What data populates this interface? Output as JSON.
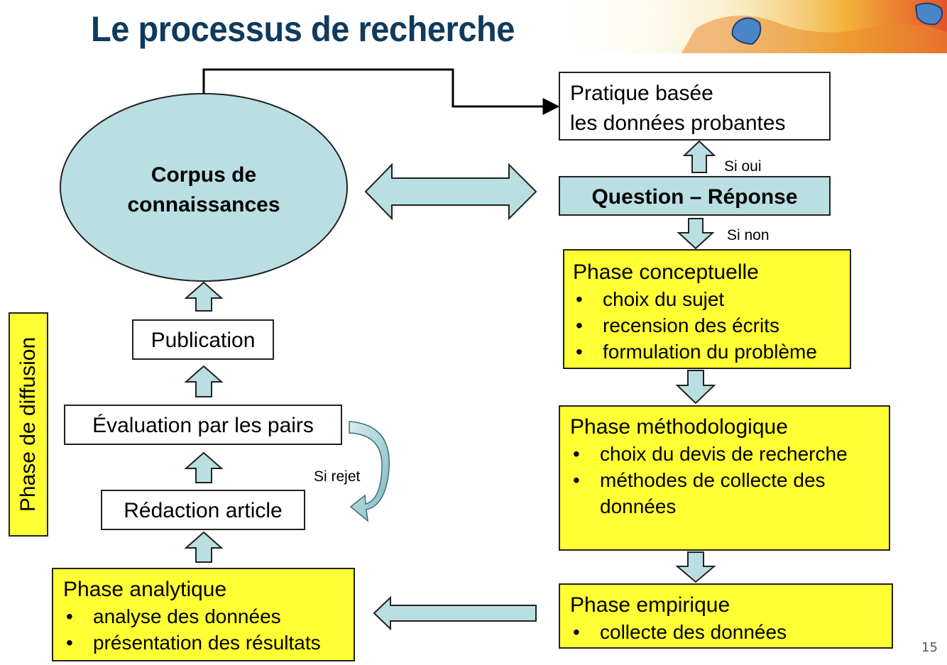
{
  "title": "Le processus de recherche",
  "nodes": {
    "corpus": "Corpus de connaissances",
    "pratique_line1": "Pratique basée",
    "pratique_line2": "les données probantes",
    "question": "Question – Réponse",
    "conceptuelle": {
      "heading": "Phase conceptuelle",
      "items": [
        "choix du sujet",
        "recension des écrits",
        "formulation du problème"
      ]
    },
    "methodologique": {
      "heading": "Phase méthodologique",
      "items": [
        "choix du devis de recherche",
        "méthodes de collecte des données"
      ]
    },
    "empirique": {
      "heading": "Phase empirique",
      "items": [
        "collecte des données"
      ]
    },
    "analytique": {
      "heading": "Phase analytique",
      "items": [
        "analyse des données",
        "présentation des résultats"
      ]
    },
    "publication": "Publication",
    "evaluation": "Évaluation par les pairs",
    "redaction": "Rédaction article",
    "diffusion": "Phase de diffusion"
  },
  "labels": {
    "si_oui": "Si oui",
    "si_non": "Si non",
    "si_rejet": "Si rejet"
  },
  "page_number": "15",
  "colors": {
    "title": "#0f3a5c",
    "arrow_fill": "#b9dfe3",
    "yellow": "#ffff33",
    "blue": "#b9dfe3"
  }
}
